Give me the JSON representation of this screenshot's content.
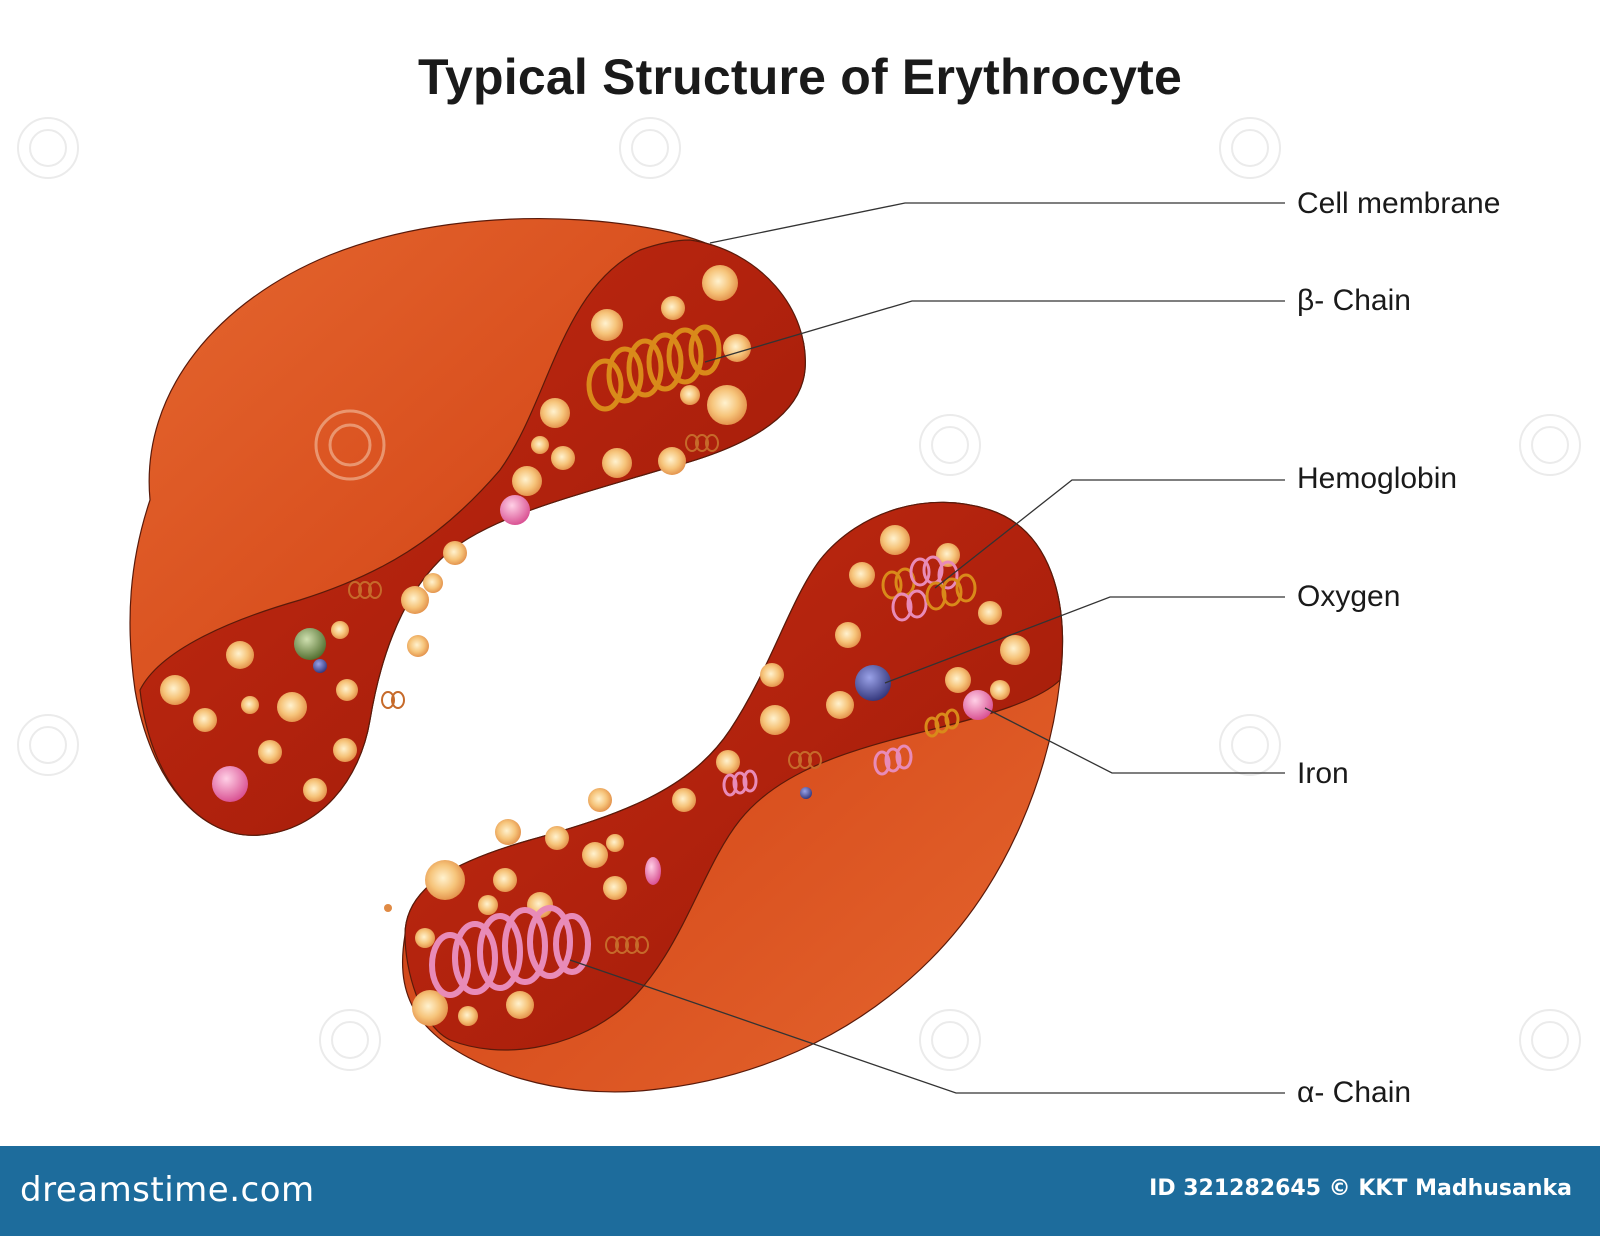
{
  "title": "Typical Structure of Erythrocyte",
  "labels": {
    "cell_membrane": "Cell membrane",
    "beta_chain": "β- Chain",
    "hemoglobin": "Hemoglobin",
    "oxygen": "Oxygen",
    "iron": "Iron",
    "alpha_chain": "α- Chain"
  },
  "footer": {
    "brand": "dreamstime.com",
    "credit": "ID 321282645 © KKT Madhusanka"
  },
  "watermark": "dreamstime",
  "colors": {
    "cell_outer": "#d9501f",
    "cell_inner": "#b5240f",
    "granule": "#f6c47a",
    "beta_chain": "#d98a1a",
    "alpha_chain": "#e88bb8",
    "oxygen": "#4a4f9a",
    "footer": "#1d6c9c"
  }
}
